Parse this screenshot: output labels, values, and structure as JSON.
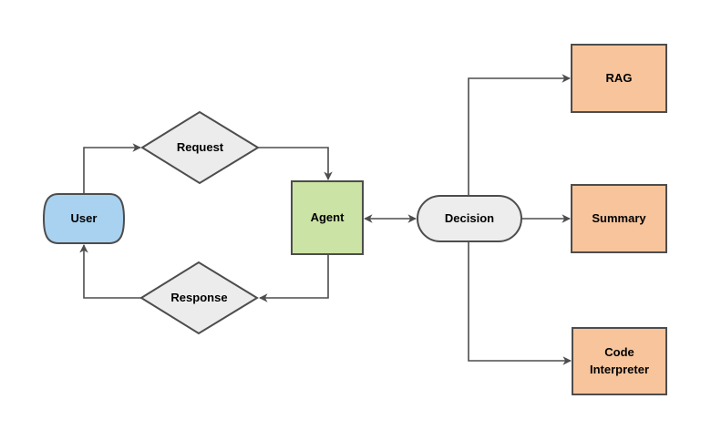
{
  "diagram": {
    "background_color": "#ffffff",
    "line_color": "#4d4d4d",
    "text_color": "#000000",
    "nodes": {
      "user": {
        "label": "User",
        "shape": "rounded-barrel",
        "color": "#a8d2f0"
      },
      "request": {
        "label": "Request",
        "shape": "diamond",
        "color": "#ececec"
      },
      "agent": {
        "label": "Agent",
        "shape": "rectangle",
        "color": "#cbe3a4"
      },
      "response": {
        "label": "Response",
        "shape": "diamond",
        "color": "#ececec"
      },
      "decision": {
        "label": "Decision",
        "shape": "stadium",
        "color": "#ededed"
      },
      "rag": {
        "label": "RAG",
        "shape": "rectangle",
        "color": "#f7c49b"
      },
      "summary": {
        "label": "Summary",
        "shape": "rectangle",
        "color": "#f7c49b"
      },
      "code_interpreter": {
        "label": "Code Interpreter",
        "shape": "rectangle",
        "color": "#f7c49b"
      }
    },
    "edges": [
      {
        "from": "user",
        "to": "request",
        "arrows": "end"
      },
      {
        "from": "request",
        "to": "agent",
        "arrows": "end"
      },
      {
        "from": "agent",
        "to": "response",
        "arrows": "end"
      },
      {
        "from": "response",
        "to": "user",
        "arrows": "end"
      },
      {
        "from": "agent",
        "to": "decision",
        "arrows": "both"
      },
      {
        "from": "decision",
        "to": "rag",
        "arrows": "end"
      },
      {
        "from": "decision",
        "to": "summary",
        "arrows": "end"
      },
      {
        "from": "decision",
        "to": "code_interpreter",
        "arrows": "end"
      }
    ]
  }
}
